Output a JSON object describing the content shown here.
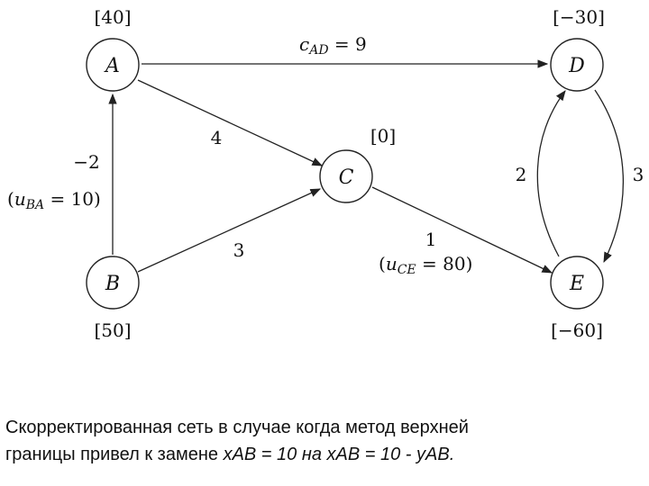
{
  "nodes": {
    "A": {
      "label": "A",
      "supply": "[40]"
    },
    "B": {
      "label": "B",
      "supply": "[50]"
    },
    "C": {
      "label": "C",
      "supply": "[0]"
    },
    "D": {
      "label": "D",
      "supply": "[−30]"
    },
    "E": {
      "label": "E",
      "supply": "[−60]"
    }
  },
  "edges": {
    "AD": {
      "cost_var": "c",
      "cost_sub": "AD",
      "cost_eq": " = 9"
    },
    "AC": {
      "cost": "4"
    },
    "BA": {
      "cost": "−2",
      "cap_open": "(",
      "cap_var": "u",
      "cap_sub": "BA",
      "cap_rest": " = 10)"
    },
    "BC": {
      "cost": "3"
    },
    "CE": {
      "cost": "1",
      "cap_open": "(",
      "cap_var": "u",
      "cap_sub": "CE",
      "cap_rest": " = 80)"
    },
    "ED": {
      "cost": "2"
    },
    "DE": {
      "cost": "3"
    }
  },
  "caption": {
    "line1": "Скорректированная сеть в случае когда метод  верхней",
    "line2_prefix": "границы привел к замене ",
    "line2_eq": "xAB = 10 на xAB = 10 - yAB."
  }
}
